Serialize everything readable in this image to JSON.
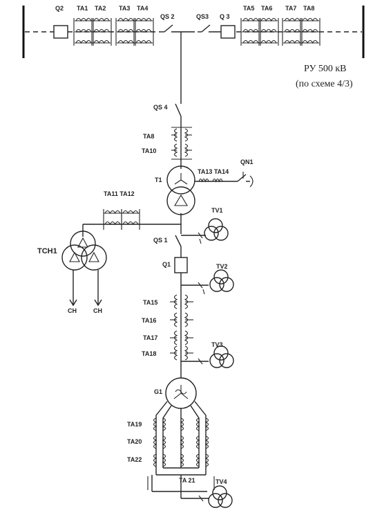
{
  "title": "РУ 500 кВ",
  "subtitle": "(по схеме 4/3)",
  "labels": {
    "Q2": "Q2",
    "TA1": "TA1",
    "TA2": "TA2",
    "TA3": "TA3",
    "TA4": "TA4",
    "QS2": "QS 2",
    "QS3": "QS3",
    "Q3": "Q 3",
    "TA5": "TA5",
    "TA6": "TA6",
    "TA7": "TA7",
    "TA8": "TA8",
    "QS4": "QS 4",
    "TA9": "TA8",
    "TA10": "TA10",
    "T1": "T1",
    "TA13_14": "TA13 TA14",
    "QN1": "QN1",
    "TA11_12": "TA11 TA12",
    "TV1": "TV1",
    "TSN1": "TCH1",
    "QS1": "QS 1",
    "Q1": "Q1",
    "TV2": "TV2",
    "CH_left": "CH",
    "CH_right": "CH",
    "TA15": "TA15",
    "TA16": "TA16",
    "TA17": "TA17",
    "TA18": "TA18",
    "TV3": "TV3",
    "G1": "G1",
    "TA19": "TA19",
    "TA20": "TA20",
    "TA22": "TA22",
    "TA21": "TA 21",
    "TV4": "TV4"
  }
}
